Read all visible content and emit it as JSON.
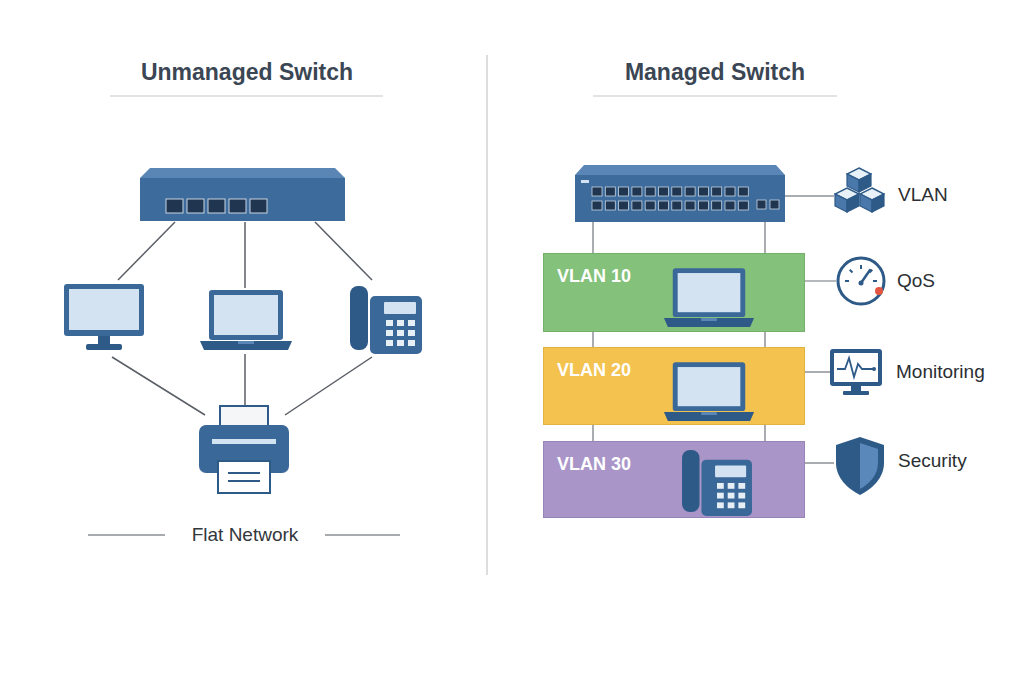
{
  "diagram": {
    "nodes": [
      {
        "text": [
          "VLAN 10"
        ]
      },
      {
        "text": [
          "VLAN 20"
        ]
      },
      {
        "text": [
          "VLAN 30"
        ]
      }
    ],
    "labels": [
      "Unmanaged Switch",
      "Managed Switch",
      "VLAN",
      "QoS",
      "Monitoring",
      "Security",
      "Flat Network"
    ]
  }
}
